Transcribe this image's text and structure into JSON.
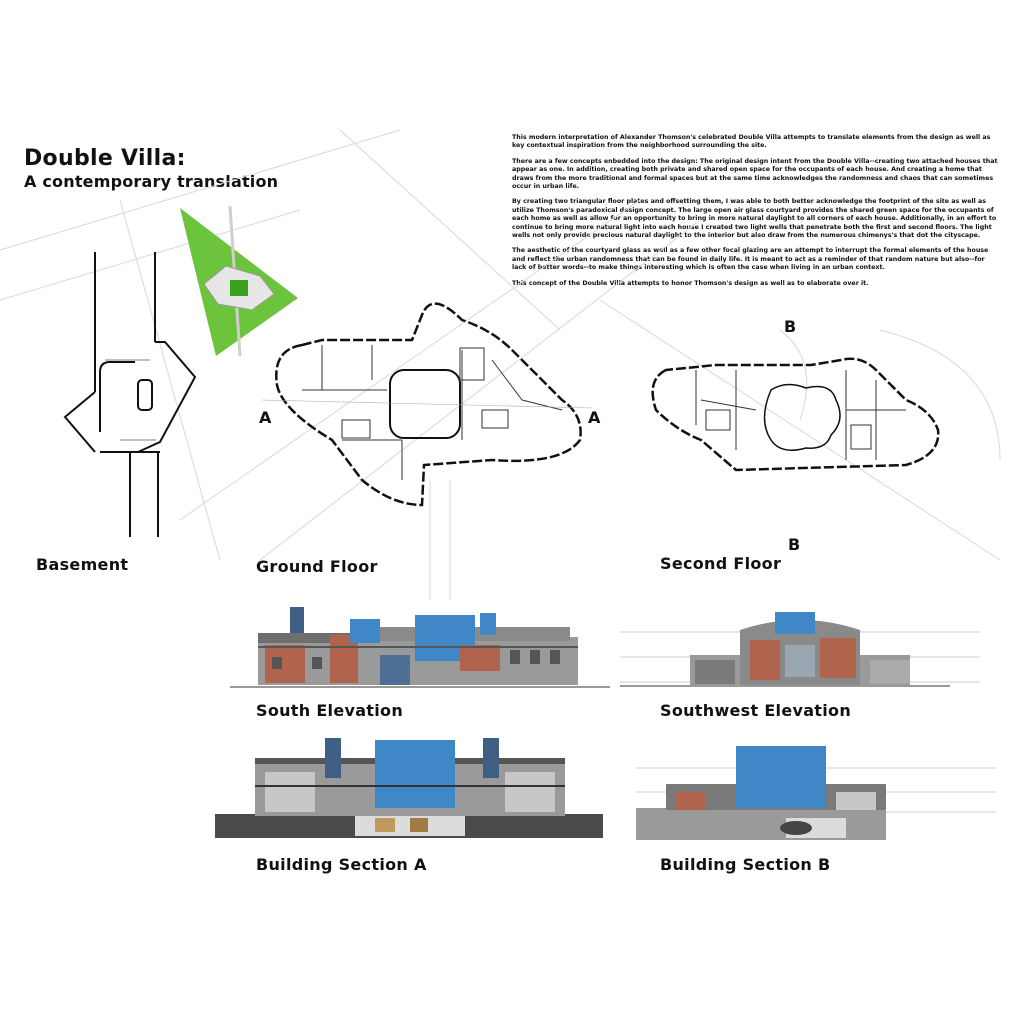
{
  "title": {
    "main": "Double Villa:",
    "subtitle": "A contemporary translation"
  },
  "description": [
    "This modern interpretation of Alexander Thomson's celebrated Double Villa attempts to translate elements from the design as well as key contextual inspiration from the neighborhood surrounding the site.",
    "There are a few concepts enbedded into the design: The original design intent from the Double Villa--creating two attached houses that appear as one. In addition, creating both private and shared open space for the occupants of each house. And creating a home that draws from the more traditional and formal spaces but at the same time acknowledges the randomness and chaos that can sometimes occur in urban life.",
    "By creating two triangular floor plates and offsetting them, I was able to both better acknowledge the footprint of the site as well as utilize Thomson's paradoxical design concept. The large open air glass courtyard provides the shared green space for the occupants of each home as well as allow for an opportunity to bring in more natural daylight to all corners of each house. Additionally, in an effort to continue to bring more natural light into each house I created two light wells that penetrate both the first and second floors. The light wells not only provide precious natural daylight to the interior but also draw from the numerous chimenys's that dot the cityscape.",
    "The aesthetic of the courtyard glass as well as a few other focal glazing are an attempt to interrupt the formal elements of the house and reflect the urban randomness that can be found in daily life. It is meant to act as a reminder of that random nature but also--for lack of better words--to make things interesting which is often the case when living in an urban context.",
    "This concept of the Double Villa attempts to honor Thomson's design as well as to elaborate over it."
  ],
  "labels": {
    "basement": "Basement",
    "ground_floor": "Ground Floor",
    "second_floor": "Second Floor",
    "south_elevation": "South Elevation",
    "southwest_elevation": "Southwest Elevation",
    "section_a": "Building Section A",
    "section_b": "Building Section B"
  },
  "markers": {
    "a_left": "A",
    "a_right": "A",
    "b_top": "B",
    "b_bottom": "B"
  },
  "colors": {
    "site_green": "#6cc33c",
    "glass_blue": "#3f87c6",
    "brick": "#b0644e",
    "roof_grey": "#7a7a7a",
    "wall_grey": "#9a9a9a",
    "ground_dark": "#4a4a4a"
  }
}
